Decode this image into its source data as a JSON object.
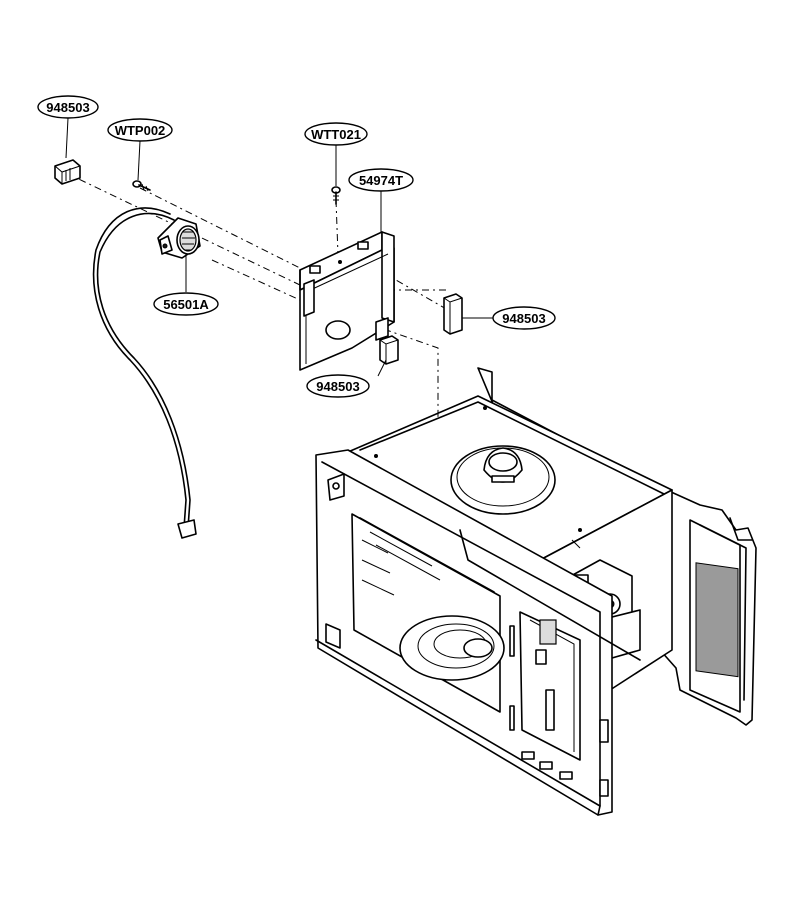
{
  "part_labels": {
    "spacer_top_left": "948503",
    "screw_wtp": "WTP002",
    "screw_wtt": "WTT021",
    "bracket": "54974T",
    "switch": "56501A",
    "spacer_right": "948503",
    "spacer_bottom": "948503"
  }
}
